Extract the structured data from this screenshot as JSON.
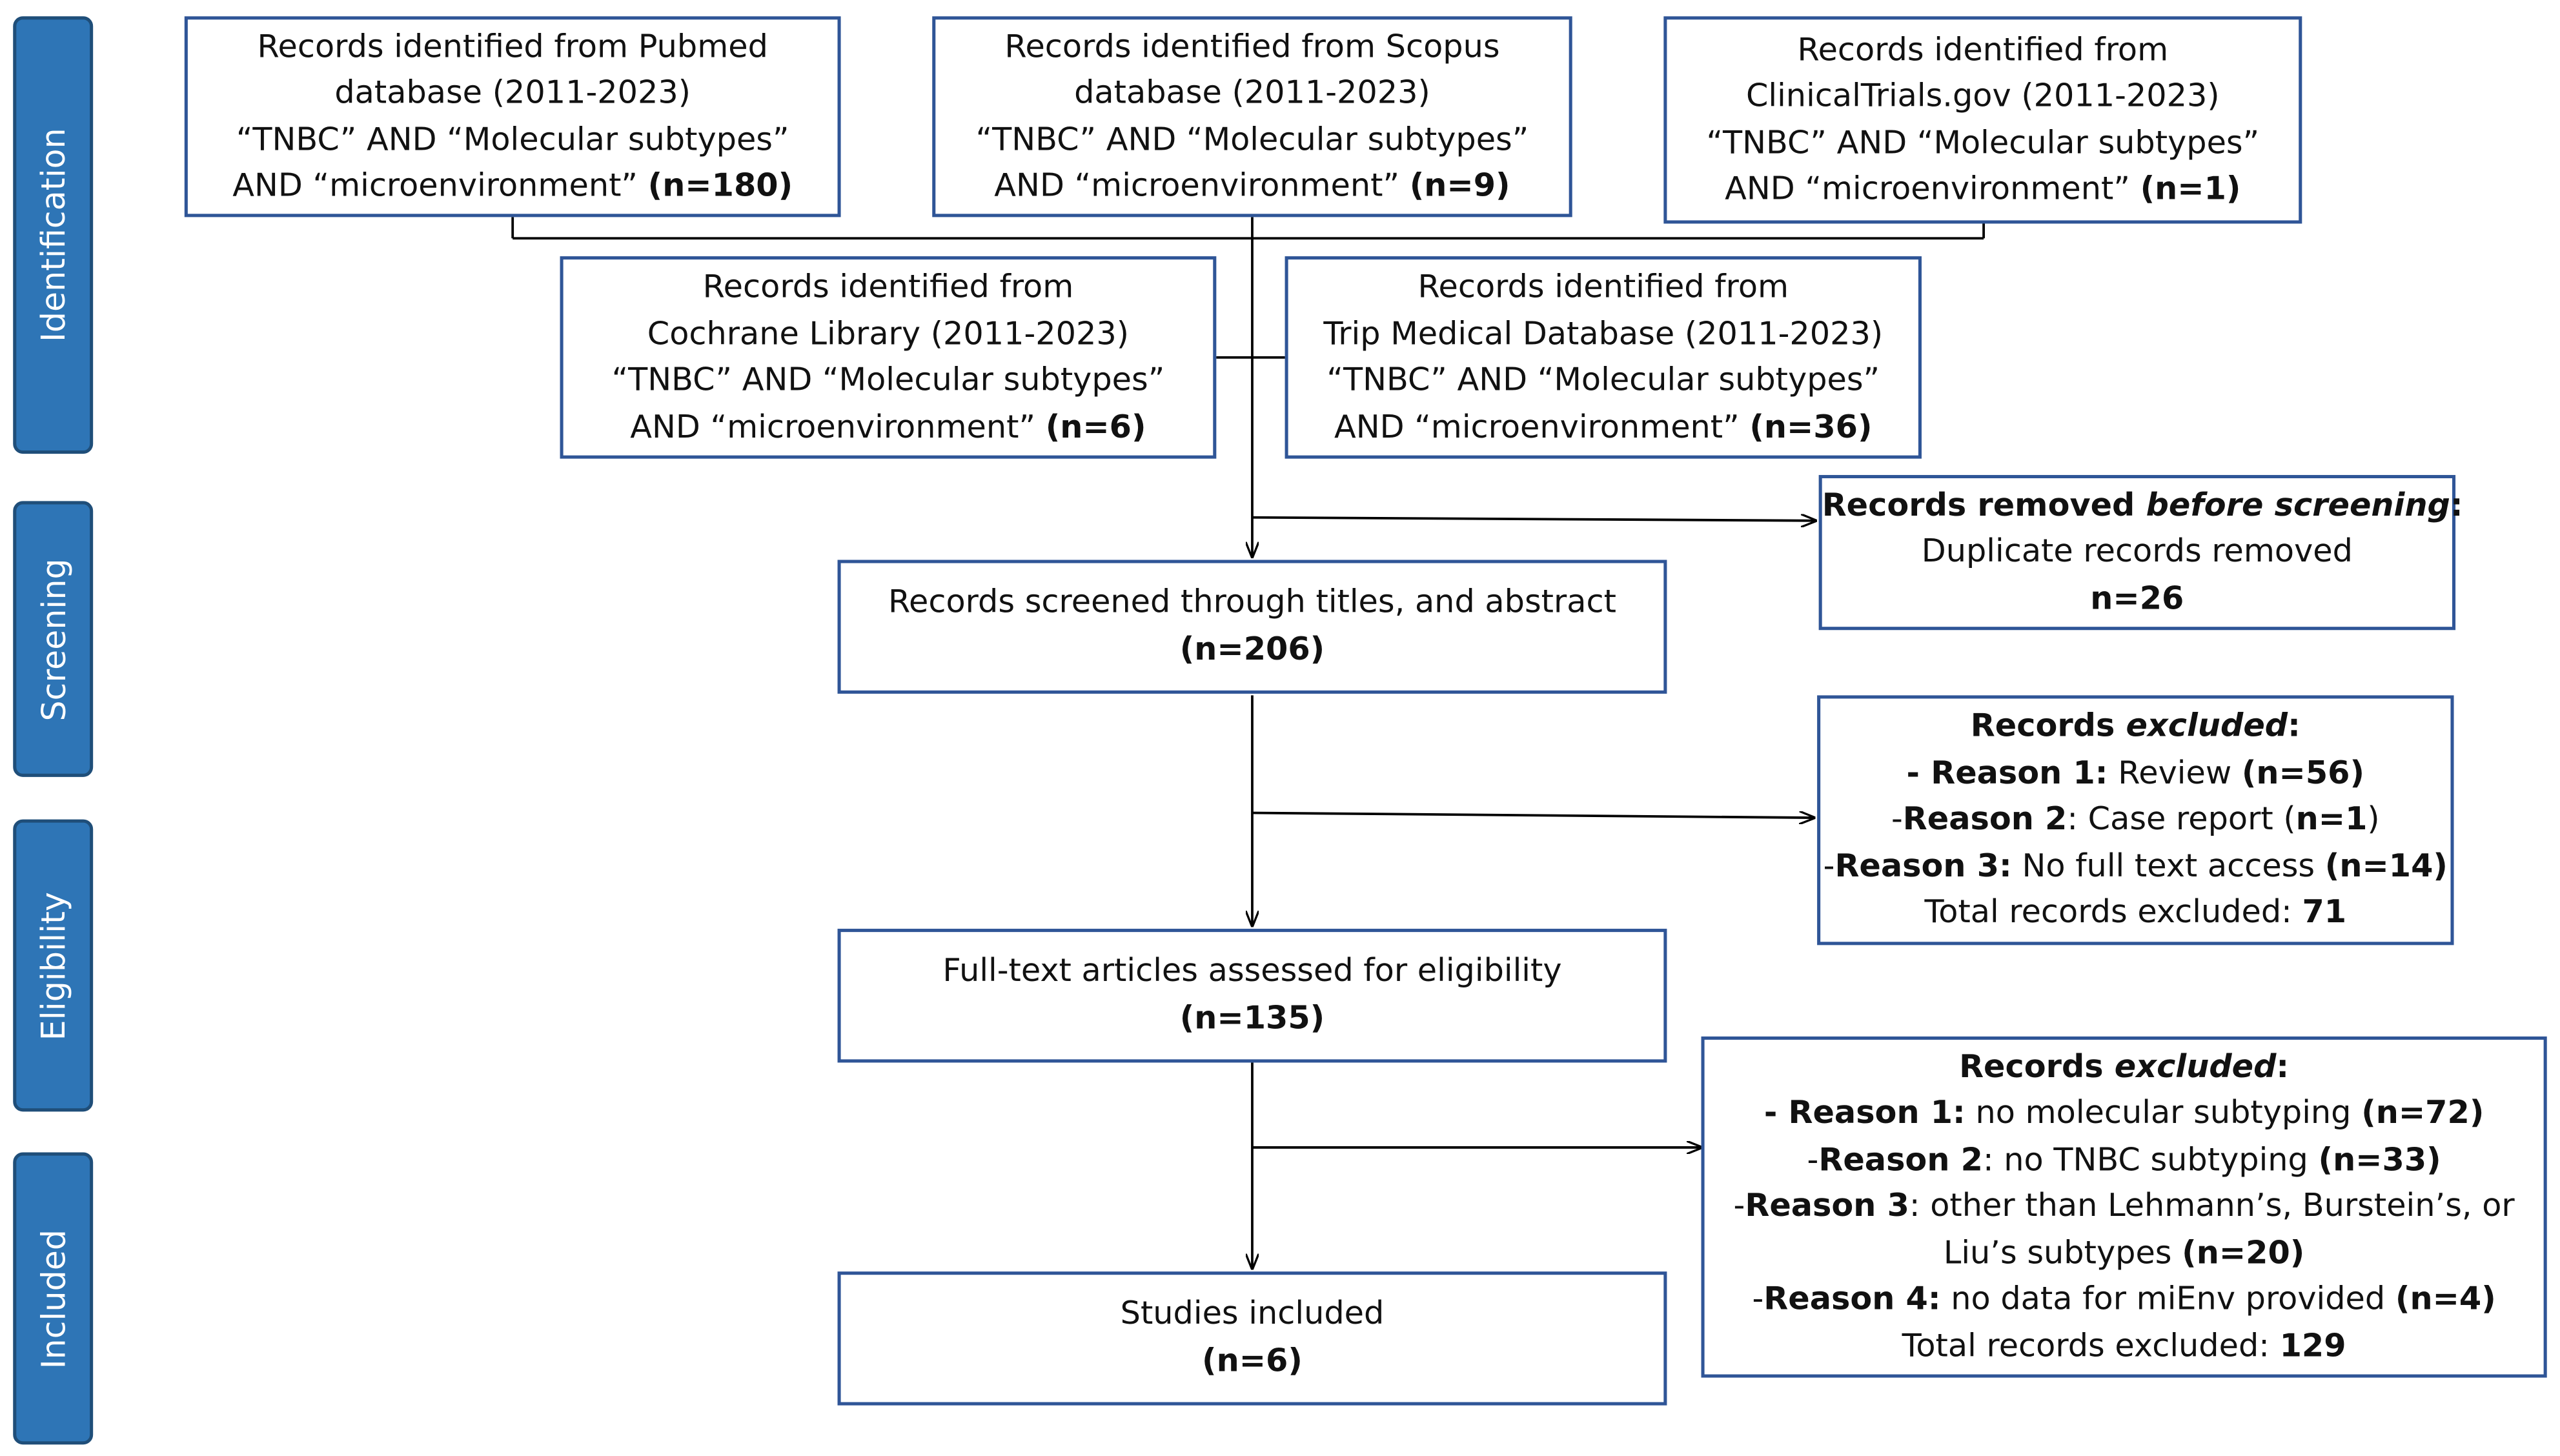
{
  "phases": {
    "identification": "Identification",
    "screening": "Screening",
    "eligibility": "Eligibility",
    "included": "Included"
  },
  "sources": {
    "pubmed": {
      "line1": "Records identified from Pubmed",
      "line2": "database (2011-2023)",
      "line3": "“TNBC” AND “Molecular subtypes”",
      "line4": "AND “microenvironment” ",
      "count": "(n=180)"
    },
    "scopus": {
      "line1": "Records identified from Scopus",
      "line2": "database (2011-2023)",
      "line3": "“TNBC” AND “Molecular subtypes”",
      "line4": "AND “microenvironment” ",
      "count": "(n=9)"
    },
    "clinicaltrials": {
      "line1": "Records identified from",
      "line2": "ClinicalTrials.gov (2011-2023)",
      "line3": "“TNBC” AND “Molecular subtypes”",
      "line4": "AND “microenvironment” ",
      "count": "(n=1)"
    },
    "cochrane": {
      "line1": "Records identified from",
      "line2": "Cochrane Library (2011-2023)",
      "line3": "“TNBC” AND “Molecular subtypes”",
      "line4": "AND “microenvironment” ",
      "count": "(n=6)"
    },
    "trip": {
      "line1": "Records identified from",
      "line2": "Trip Medical Database (2011-2023)",
      "line3": "“TNBC” AND “Molecular subtypes”",
      "line4": "AND “microenvironment” ",
      "count": "(n=36)"
    }
  },
  "removed": {
    "title_a": "Records removed ",
    "title_b": "before screening",
    "title_c": ":",
    "line2": "Duplicate records removed",
    "count": "n=26"
  },
  "screened": {
    "line1": "Records screened through titles, and abstract",
    "count": "(n=206)"
  },
  "excluded1": {
    "title_a": "Records ",
    "title_b": "excluded",
    "title_c": ":",
    "reasons": [
      {
        "prefix": "- ",
        "label": "Reason 1:",
        "text": " Review ",
        "count": "(n=56)",
        "suffix": ""
      },
      {
        "prefix": "-",
        "label": "Reason 2",
        "text": ": Case report (",
        "count": "n=1",
        "suffix": ")"
      },
      {
        "prefix": "-",
        "label": "Reason 3:",
        "text": " No full text access ",
        "count": "(n=14)",
        "suffix": ""
      }
    ],
    "total_label": "Total records excluded: ",
    "total": "71"
  },
  "fulltext": {
    "line1": "Full-text articles assessed for eligibility",
    "count": "(n=135)"
  },
  "excluded2": {
    "title_a": "Records ",
    "title_b": "excluded",
    "title_c": ":",
    "r1": {
      "prefix": "- ",
      "label": "Reason 1:",
      "text": " no molecular subtyping ",
      "count": "(n=72)"
    },
    "r2": {
      "prefix": "-",
      "label": "Reason 2",
      "text": ": no TNBC subtyping  ",
      "count": "(n=33)"
    },
    "r3": {
      "prefix": "-",
      "label": "Reason 3",
      "text": ": other than Lehmann’s, Burstein’s, or"
    },
    "r3b": {
      "text": "Liu’s subtypes ",
      "count": "(n=20)"
    },
    "r4": {
      "prefix": "-",
      "label": "Reason 4:",
      "text": " no data for miEnv provided ",
      "count": "(n=4)"
    },
    "total_label": "Total records excluded: ",
    "total": "129"
  },
  "included": {
    "line1": "Studies included",
    "count": "(n=6)"
  }
}
